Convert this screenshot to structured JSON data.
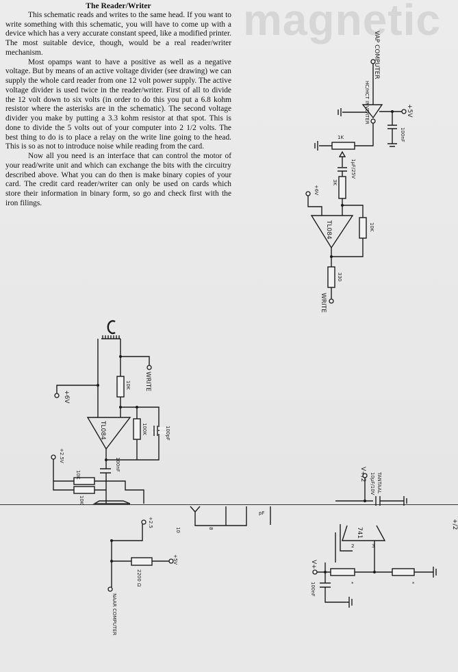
{
  "bleed_text": "magnetic",
  "article": {
    "title": "The Reader/Writer",
    "paragraphs": [
      "This schematic reads and writes to the same head. If you want to write something with this schematic, you will have to come up with a device which has a very accurate constant speed, like a modified printer. The most suitable device, though, would be a real reader/writer mechanism.",
      "Most opamps want to have a positive as well as a negative voltage. But by means of an active voltage divider (see drawing) we can supply the whole card reader from one 12 volt power supply. The active voltage divider is used twice in the reader/writer. First of all to divide the 12 volt down to six volts (in order to do this you put a 6.8 kohm resistor where the asterisks are in the schematic). The second voltage divider you make by putting a 3.3 kohm resistor at that spot. This is done to divide the 5 volts out of your computer into 2 1/2 volts. The best thing to do is to place a relay on the write line going to the head. This is so as not to introduce noise while reading from the card.",
      "Now all you need is an interface that can control the motor of your read/write unit and which can exchange the bits with the circuitry described above. What you can do then is make binary copies of your card. The credit card reader/writer can only be used on cards which store their information in binary form, so go and check first with the iron filings."
    ]
  },
  "write_circuit": {
    "input_label": "VAP COMPUTER",
    "inverter_label": "HC/HCT INVERTER",
    "supply": "+5V",
    "cap": "100nF",
    "pot": "1K",
    "cap2": "1µF/25V",
    "r_in": "3K",
    "supply2": "+6V",
    "opamp": "TL084",
    "r_fb": "10K",
    "r_out": "330",
    "output_label": "WRITE"
  },
  "read_circuit": {
    "write_label": "WRITE",
    "supply": "+6V",
    "r1": "10K",
    "opamp": "TL084",
    "r_fb": "100K",
    "c_fb": "100pF",
    "c_out": "100nF",
    "bias": "+2.5V",
    "r2": "10K",
    "r3": "10K",
    "bias2": "+2.5",
    "pin": "10",
    "pin2": "8",
    "pf": "pF",
    "supply5": "+5V",
    "r_pull": "2200 Ω",
    "output_label": "NAAR COMPUTER"
  },
  "divider_circuit": {
    "output": "V+/2",
    "cap": "10µF/10V",
    "cap_type": "TANTAAL",
    "opamp": "741",
    "pin2": "2",
    "pin3": "3",
    "supply": "V+",
    "cap2": "100nF",
    "asterisk": "*",
    "edge_label": "+/2"
  }
}
